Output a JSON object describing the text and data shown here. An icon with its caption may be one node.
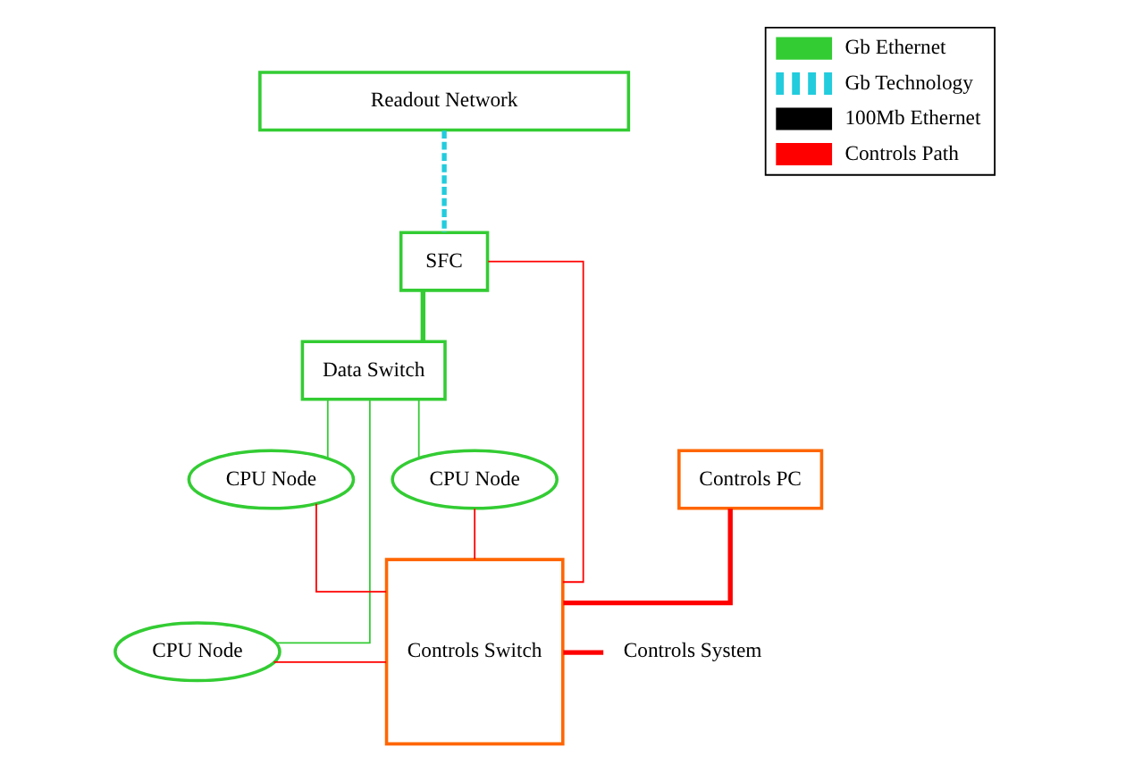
{
  "diagram": {
    "nodes": [
      {
        "text": [
          "Readout Network"
        ]
      },
      {
        "text": [
          "SFC"
        ]
      },
      {
        "text": [
          "Data Switch"
        ]
      },
      {
        "text": [
          "CPU Node"
        ]
      },
      {
        "text": [
          "CPU Node"
        ]
      },
      {
        "text": [
          "CPU Node"
        ]
      },
      {
        "text": [
          "Controls PC"
        ]
      },
      {
        "text": [
          "Controls Switch"
        ]
      },
      {
        "text": [
          "Controls System"
        ]
      }
    ],
    "edges": [
      {
        "from": 0,
        "to": 1,
        "arrow": "none",
        "style": "dashed",
        "color": "#22ccdd"
      },
      {
        "from": 1,
        "to": 2,
        "arrow": "none",
        "style": "thick",
        "color": "#33cc33"
      },
      {
        "from": 2,
        "to": 3,
        "arrow": "none",
        "color": "#33cc33"
      },
      {
        "from": 2,
        "to": 4,
        "arrow": "none",
        "color": "#33cc33"
      },
      {
        "from": 2,
        "to": 5,
        "arrow": "none",
        "color": "#33cc33"
      },
      {
        "from": 1,
        "to": 7,
        "arrow": "none"
      },
      {
        "from": 3,
        "to": 7,
        "arrow": "none"
      },
      {
        "from": 4,
        "to": 7,
        "arrow": "none"
      },
      {
        "from": 5,
        "to": 7,
        "arrow": "none"
      },
      {
        "from": 6,
        "to": 7,
        "arrow": "none",
        "style": "thick"
      },
      {
        "from": 7,
        "to": 8,
        "arrow": "none",
        "style": "thick"
      }
    ],
    "legend": [
      {
        "text": "Gb Ethernet"
      },
      {
        "text": "Gb Technology"
      },
      {
        "text": "100Mb Ethernet"
      },
      {
        "text": "Controls Path"
      }
    ]
  }
}
